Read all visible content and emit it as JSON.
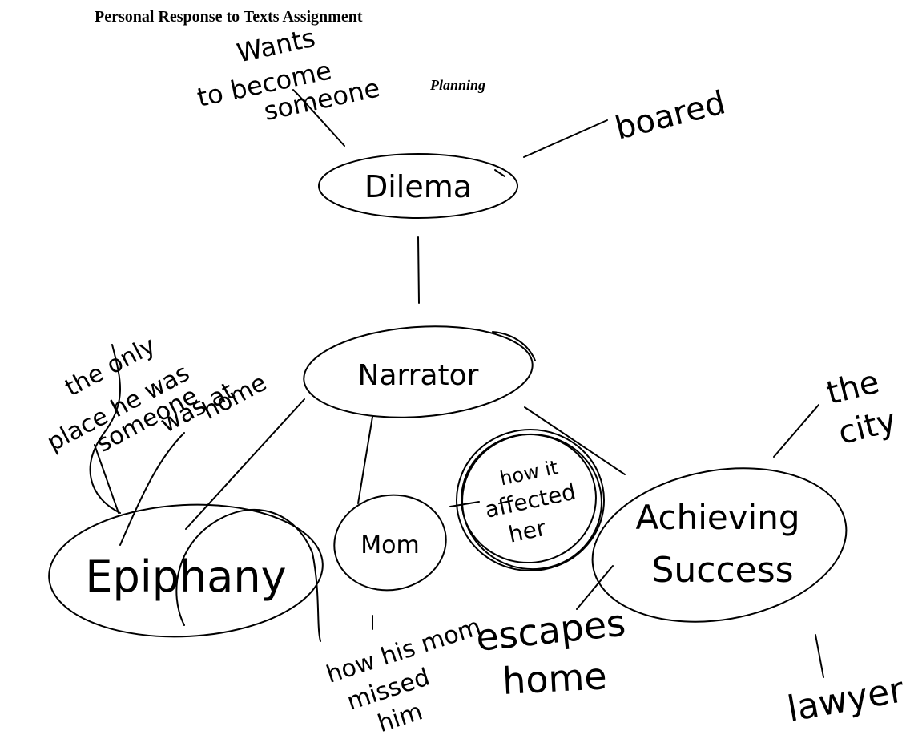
{
  "document": {
    "title": "Personal Response to Texts Assignment",
    "subtitle": "Planning"
  },
  "nodes": {
    "dilema": "Dilema",
    "narrator": "Narrator",
    "epiphany": "Epiphany",
    "mom": "Mom",
    "how_it_affected_her": [
      "how it",
      "affected",
      "her"
    ],
    "achieving_success": [
      "Achieving",
      "Success"
    ]
  },
  "notes": {
    "wants_to_become_someone": [
      "Wants",
      "to become",
      "someone"
    ],
    "boared": "boared",
    "only_place": [
      "the only",
      "place he was",
      "someone",
      "was at",
      "home"
    ],
    "how_his_mom_missed_him": [
      "how his mom",
      "missed",
      "him"
    ],
    "escapes_home": [
      "escapes",
      "home"
    ],
    "the_city": [
      "the",
      "city"
    ],
    "lawyer": "lawyer"
  }
}
